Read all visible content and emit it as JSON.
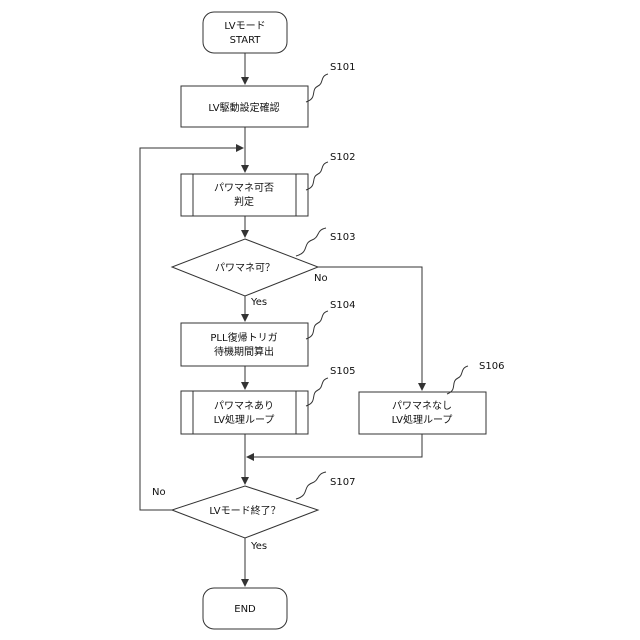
{
  "nodes": {
    "start": {
      "line1": "LVモード",
      "line2": "START"
    },
    "s101": {
      "label": "LV駆動設定確認",
      "step": "S101"
    },
    "s102": {
      "line1": "パワマネ可否",
      "line2": "判定",
      "step": "S102"
    },
    "s103": {
      "label": "パワマネ可？",
      "step": "S103"
    },
    "s104": {
      "line1": "PLL復帰トリガ",
      "line2": "待機期間算出",
      "step": "S104"
    },
    "s105": {
      "line1": "パワマネあり",
      "line2": "LV処理ループ",
      "step": "S105"
    },
    "s106": {
      "line1": "パワマネなし",
      "line2": "LV処理ループ",
      "step": "S106"
    },
    "s107": {
      "label": "LVモード終了？",
      "step": "S107"
    },
    "end": {
      "label": "END"
    }
  },
  "edges": {
    "s103_yes": "Yes",
    "s103_no": "No",
    "s107_yes": "Yes",
    "s107_no": "No"
  }
}
